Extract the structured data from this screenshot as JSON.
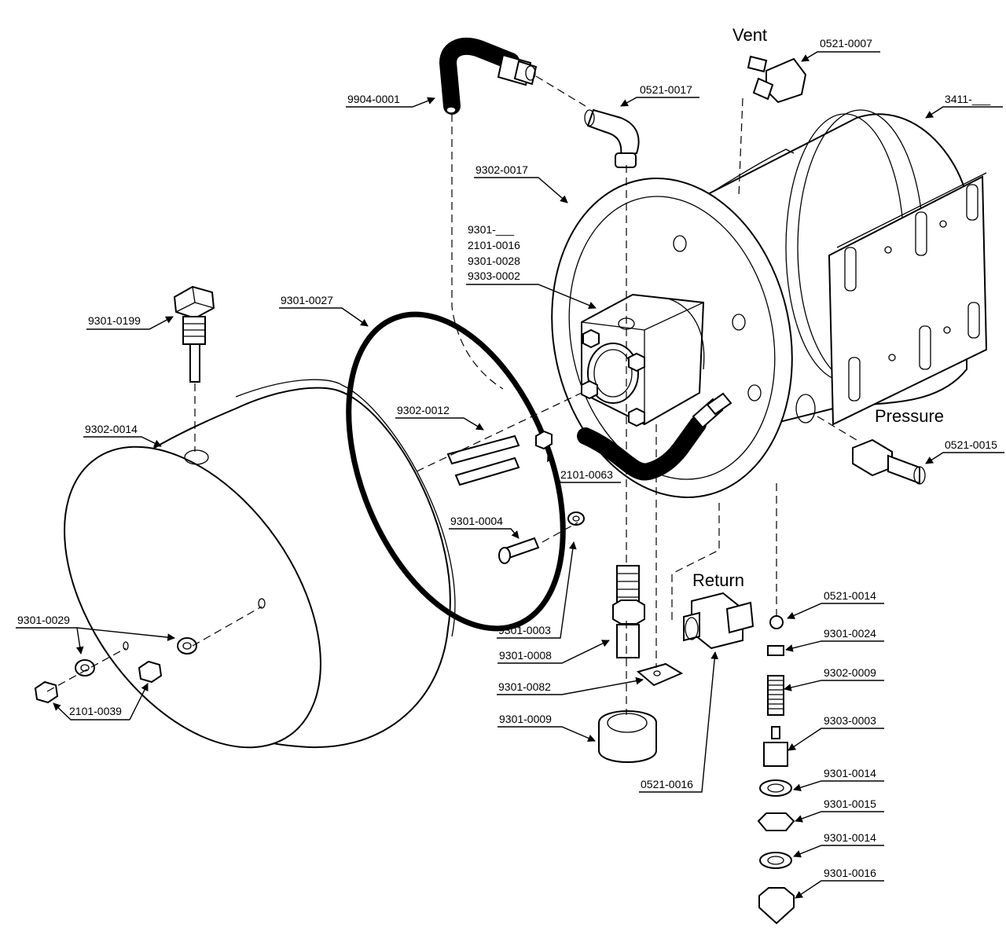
{
  "callouts": {
    "vent": "Vent",
    "pressure": "Pressure",
    "return": "Return"
  },
  "labels": {
    "p0521_0007": "0521-0007",
    "p9904_0001": "9904-0001",
    "p0521_0017": "0521-0017",
    "p3411": "3411-___",
    "p9302_0017": "9302-0017",
    "p9301_blank": "9301-___",
    "p2101_0016": "2101-0016",
    "p9301_0028": "9301-0028",
    "p9303_0002": "9303-0002",
    "p9301_0199": "9301-0199",
    "p9301_0027": "9301-0027",
    "p9302_0012": "9302-0012",
    "p9302_0014": "9302-0014",
    "p2101_0063": "2101-0063",
    "p0521_0015": "0521-0015",
    "p9301_0004": "9301-0004",
    "p0521_0014": "0521-0014",
    "p9301_0029": "9301-0029",
    "p9301_0003": "9301-0003",
    "p9301_0024": "9301-0024",
    "p9301_0008": "9301-0008",
    "p9302_0009": "9302-0009",
    "p9301_0082": "9301-0082",
    "p2101_0039": "2101-0039",
    "p9301_0009": "9301-0009",
    "p9303_0003": "9303-0003",
    "p0521_0016": "0521-0016",
    "p9301_0014a": "9301-0014",
    "p9301_0015": "9301-0015",
    "p9301_0014b": "9301-0014",
    "p9301_0016": "9301-0016"
  }
}
